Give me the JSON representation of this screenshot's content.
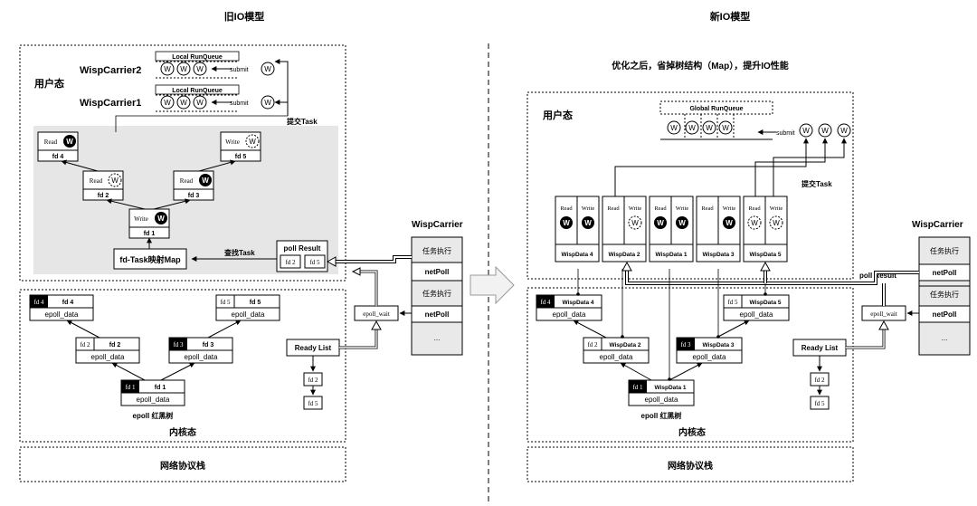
{
  "left": {
    "title": "旧IO模型",
    "user_mode": "用户态",
    "kernel_mode": "内核态",
    "net_stack": "网络协议栈",
    "carriers": [
      {
        "name": "WispCarrier2",
        "queue_label": "Local RunQueue",
        "slots": [
          "W",
          "W",
          "W"
        ],
        "submit": "submit",
        "task": "W"
      },
      {
        "name": "WispCarrier1",
        "queue_label": "Local RunQueue",
        "slots": [
          "W",
          "W",
          "W"
        ],
        "submit": "submit",
        "task": "W"
      }
    ],
    "submit_task": "提交Task",
    "tree_nodes": [
      {
        "op": "Read",
        "w": "W",
        "fd": "fd 4"
      },
      {
        "op": "Read",
        "w": "W",
        "fd": "fd 2"
      },
      {
        "op": "Read",
        "w": "W",
        "fd": "fd 3"
      },
      {
        "op": "Write",
        "w": "W",
        "fd": "fd 5"
      },
      {
        "op": "Write",
        "w": "W",
        "fd": "fd 1"
      }
    ],
    "map_label": "fd-Task映射Map",
    "lookup_task": "查找Task",
    "poll_result": "poll Result",
    "poll_fds": [
      "fd 2",
      "fd 5"
    ],
    "epoll_wait": "epoll_wait",
    "ready_list": "Ready List",
    "ready_fds": [
      "fd 2",
      "fd 5"
    ],
    "epoll_nodes": [
      {
        "fd": "fd 4",
        "name": "fd 4",
        "data": "epoll_data"
      },
      {
        "fd": "fd 5",
        "name": "fd 5",
        "data": "epoll_data"
      },
      {
        "fd": "fd 2",
        "name": "fd 2",
        "data": "epoll_data"
      },
      {
        "fd": "fd 3",
        "name": "fd 3",
        "data": "epoll_data"
      },
      {
        "fd": "fd 1",
        "name": "fd 1",
        "data": "epoll_data"
      }
    ],
    "rbtree_label": "epoll 红黑树",
    "carrier_label": "WispCarrier",
    "carrier_cells": [
      "任务执行",
      "netPoll",
      "任务执行",
      "netPoll",
      "..."
    ]
  },
  "right": {
    "title": "新IO模型",
    "subtitle": "优化之后，省掉树结构（Map），提升IO性能",
    "user_mode": "用户态",
    "kernel_mode": "内核态",
    "net_stack": "网络协议栈",
    "queue_label": "Global RunQueue",
    "slots": [
      "W",
      "W",
      "W",
      "W"
    ],
    "submit": "submit",
    "tasks": [
      "W",
      "W",
      "W"
    ],
    "submit_task": "提交Task",
    "read_label": "Read",
    "write_label": "Write",
    "wisp_data": [
      "WispData 4",
      "WispData 2",
      "WispData 1",
      "WispData 3",
      "WispData 5"
    ],
    "poll_result": "poll Result",
    "epoll_wait": "epoll_wait",
    "ready_list": "Ready List",
    "ready_fds": [
      "fd 2",
      "fd 5"
    ],
    "epoll_nodes": [
      {
        "fd": "fd 4",
        "name": "WispData 4",
        "data": "epoll_data"
      },
      {
        "fd": "fd 5",
        "name": "WispData 5",
        "data": "epoll_data"
      },
      {
        "fd": "fd 2",
        "name": "WispData 2",
        "data": "epoll_data"
      },
      {
        "fd": "fd 3",
        "name": "WispData 3",
        "data": "epoll_data"
      },
      {
        "fd": "fd 1",
        "name": "WispData 1",
        "data": "epoll_data"
      }
    ],
    "rbtree_label": "epoll 红黑树",
    "carrier_label": "WispCarrier",
    "carrier_cells": [
      "任务执行",
      "netPoll",
      "任务执行",
      "netPoll",
      "..."
    ]
  },
  "colors": {
    "region_fill": "#e6e6e6",
    "carrier_fill": "#e9e9e9",
    "inverse_fill": "#000000"
  }
}
